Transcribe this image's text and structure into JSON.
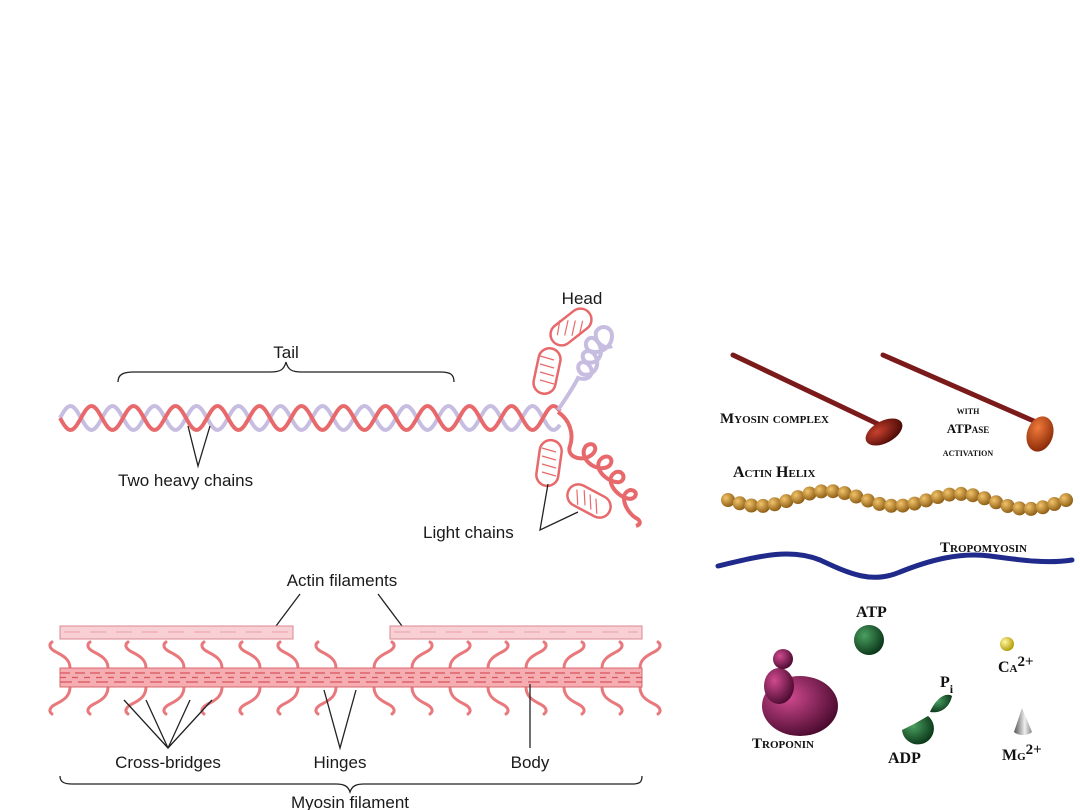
{
  "myosin_molecule": {
    "tail_label": "Tail",
    "head_label": "Head",
    "heavy_chains_label": "Two heavy chains",
    "light_chains_label": "Light chains",
    "colors": {
      "chain_a": "#e8696b",
      "chain_b": "#c7bde0",
      "light_chain": "#e8696b"
    }
  },
  "myosin_filament": {
    "actin_label": "Actin filaments",
    "cross_bridges_label": "Cross-bridges",
    "hinges_label": "Hinges",
    "body_label": "Body",
    "filament_label": "Myosin filament",
    "colors": {
      "actin": "#f5c3c8",
      "body": "#f4a7ab",
      "bridge": "#e8787c"
    }
  },
  "components": {
    "myosin_complex_label": "Myosin complex",
    "atpase_line1": "with",
    "atpase_line2": "ATPase",
    "atpase_line3": "activation",
    "actin_helix_label": "Actin Helix",
    "tropomyosin_label": "Tropomyosin",
    "atp_label": "ATP",
    "ca_label": "Ca",
    "ca_charge": "2+",
    "pi_label": "P",
    "pi_sub": "i",
    "troponin_label": "Troponin",
    "adp_label": "ADP",
    "mg_label": "Mg",
    "mg_charge": "2+",
    "colors": {
      "myosin_head": "#8c1a10",
      "myosin_head_active": "#c8401a",
      "actin_bead": "#c98a22",
      "tropomyosin": "#1f2a8a",
      "atp": "#1e5a2a",
      "ca": "#e8d21c",
      "troponin": "#8a1a5a",
      "mg": "#9a9a9a"
    }
  }
}
